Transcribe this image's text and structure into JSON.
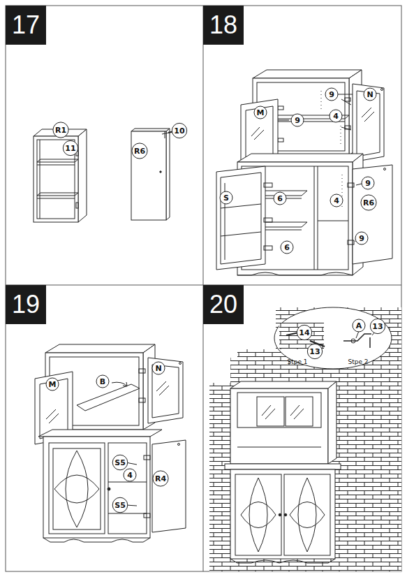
{
  "diagram": {
    "nodes": [
      {
        "text": [
          "17"
        ]
      },
      {
        "text": [
          "18"
        ]
      },
      {
        "text": [
          "19"
        ]
      },
      {
        "text": [
          "20"
        ]
      }
    ],
    "labels": [
      "R1",
      "11",
      "R6",
      "10",
      "M",
      "9",
      "9",
      "N",
      "4",
      "S",
      "6",
      "4",
      "9",
      "R6",
      "6",
      "9",
      "M",
      "B",
      "N",
      "S5",
      "4",
      "R4",
      "S5",
      "14",
      "13",
      "A",
      "13",
      "Stpe 1",
      "Stpe 2"
    ]
  }
}
